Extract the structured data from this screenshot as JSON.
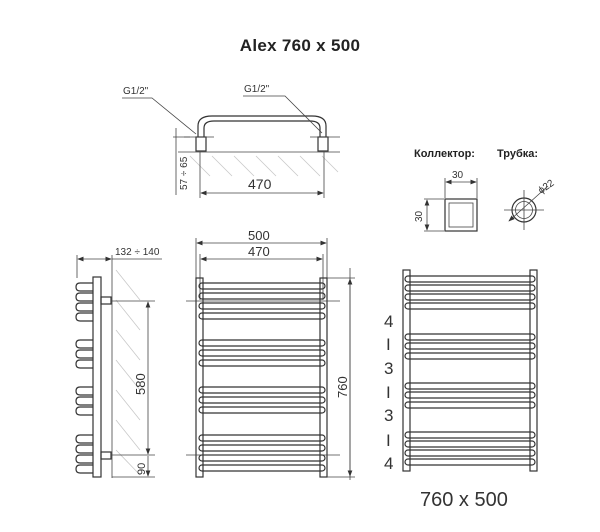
{
  "title": "Alex 760 x 500",
  "top_view": {
    "left_thread_label": "G1/2\"",
    "right_thread_label": "G1/2\"",
    "wall_offset_label": "57 ÷ 65",
    "axis_distance_label": "470"
  },
  "profiles": {
    "collector_label": "Коллектор:",
    "collector_width": "30",
    "collector_height": "30",
    "tube_label": "Трубка:",
    "tube_diameter": "ϕ22"
  },
  "side_view": {
    "depth_label": "132 ÷ 140",
    "connection_height_label": "580",
    "bottom_offset_label": "90"
  },
  "front_view": {
    "overall_width_label": "500",
    "axis_width_label": "470",
    "overall_height_label": "760"
  },
  "section_view": {
    "groups": [
      "4",
      "I",
      "3",
      "I",
      "3",
      "I",
      "4"
    ],
    "size_caption": "760 x 500"
  }
}
